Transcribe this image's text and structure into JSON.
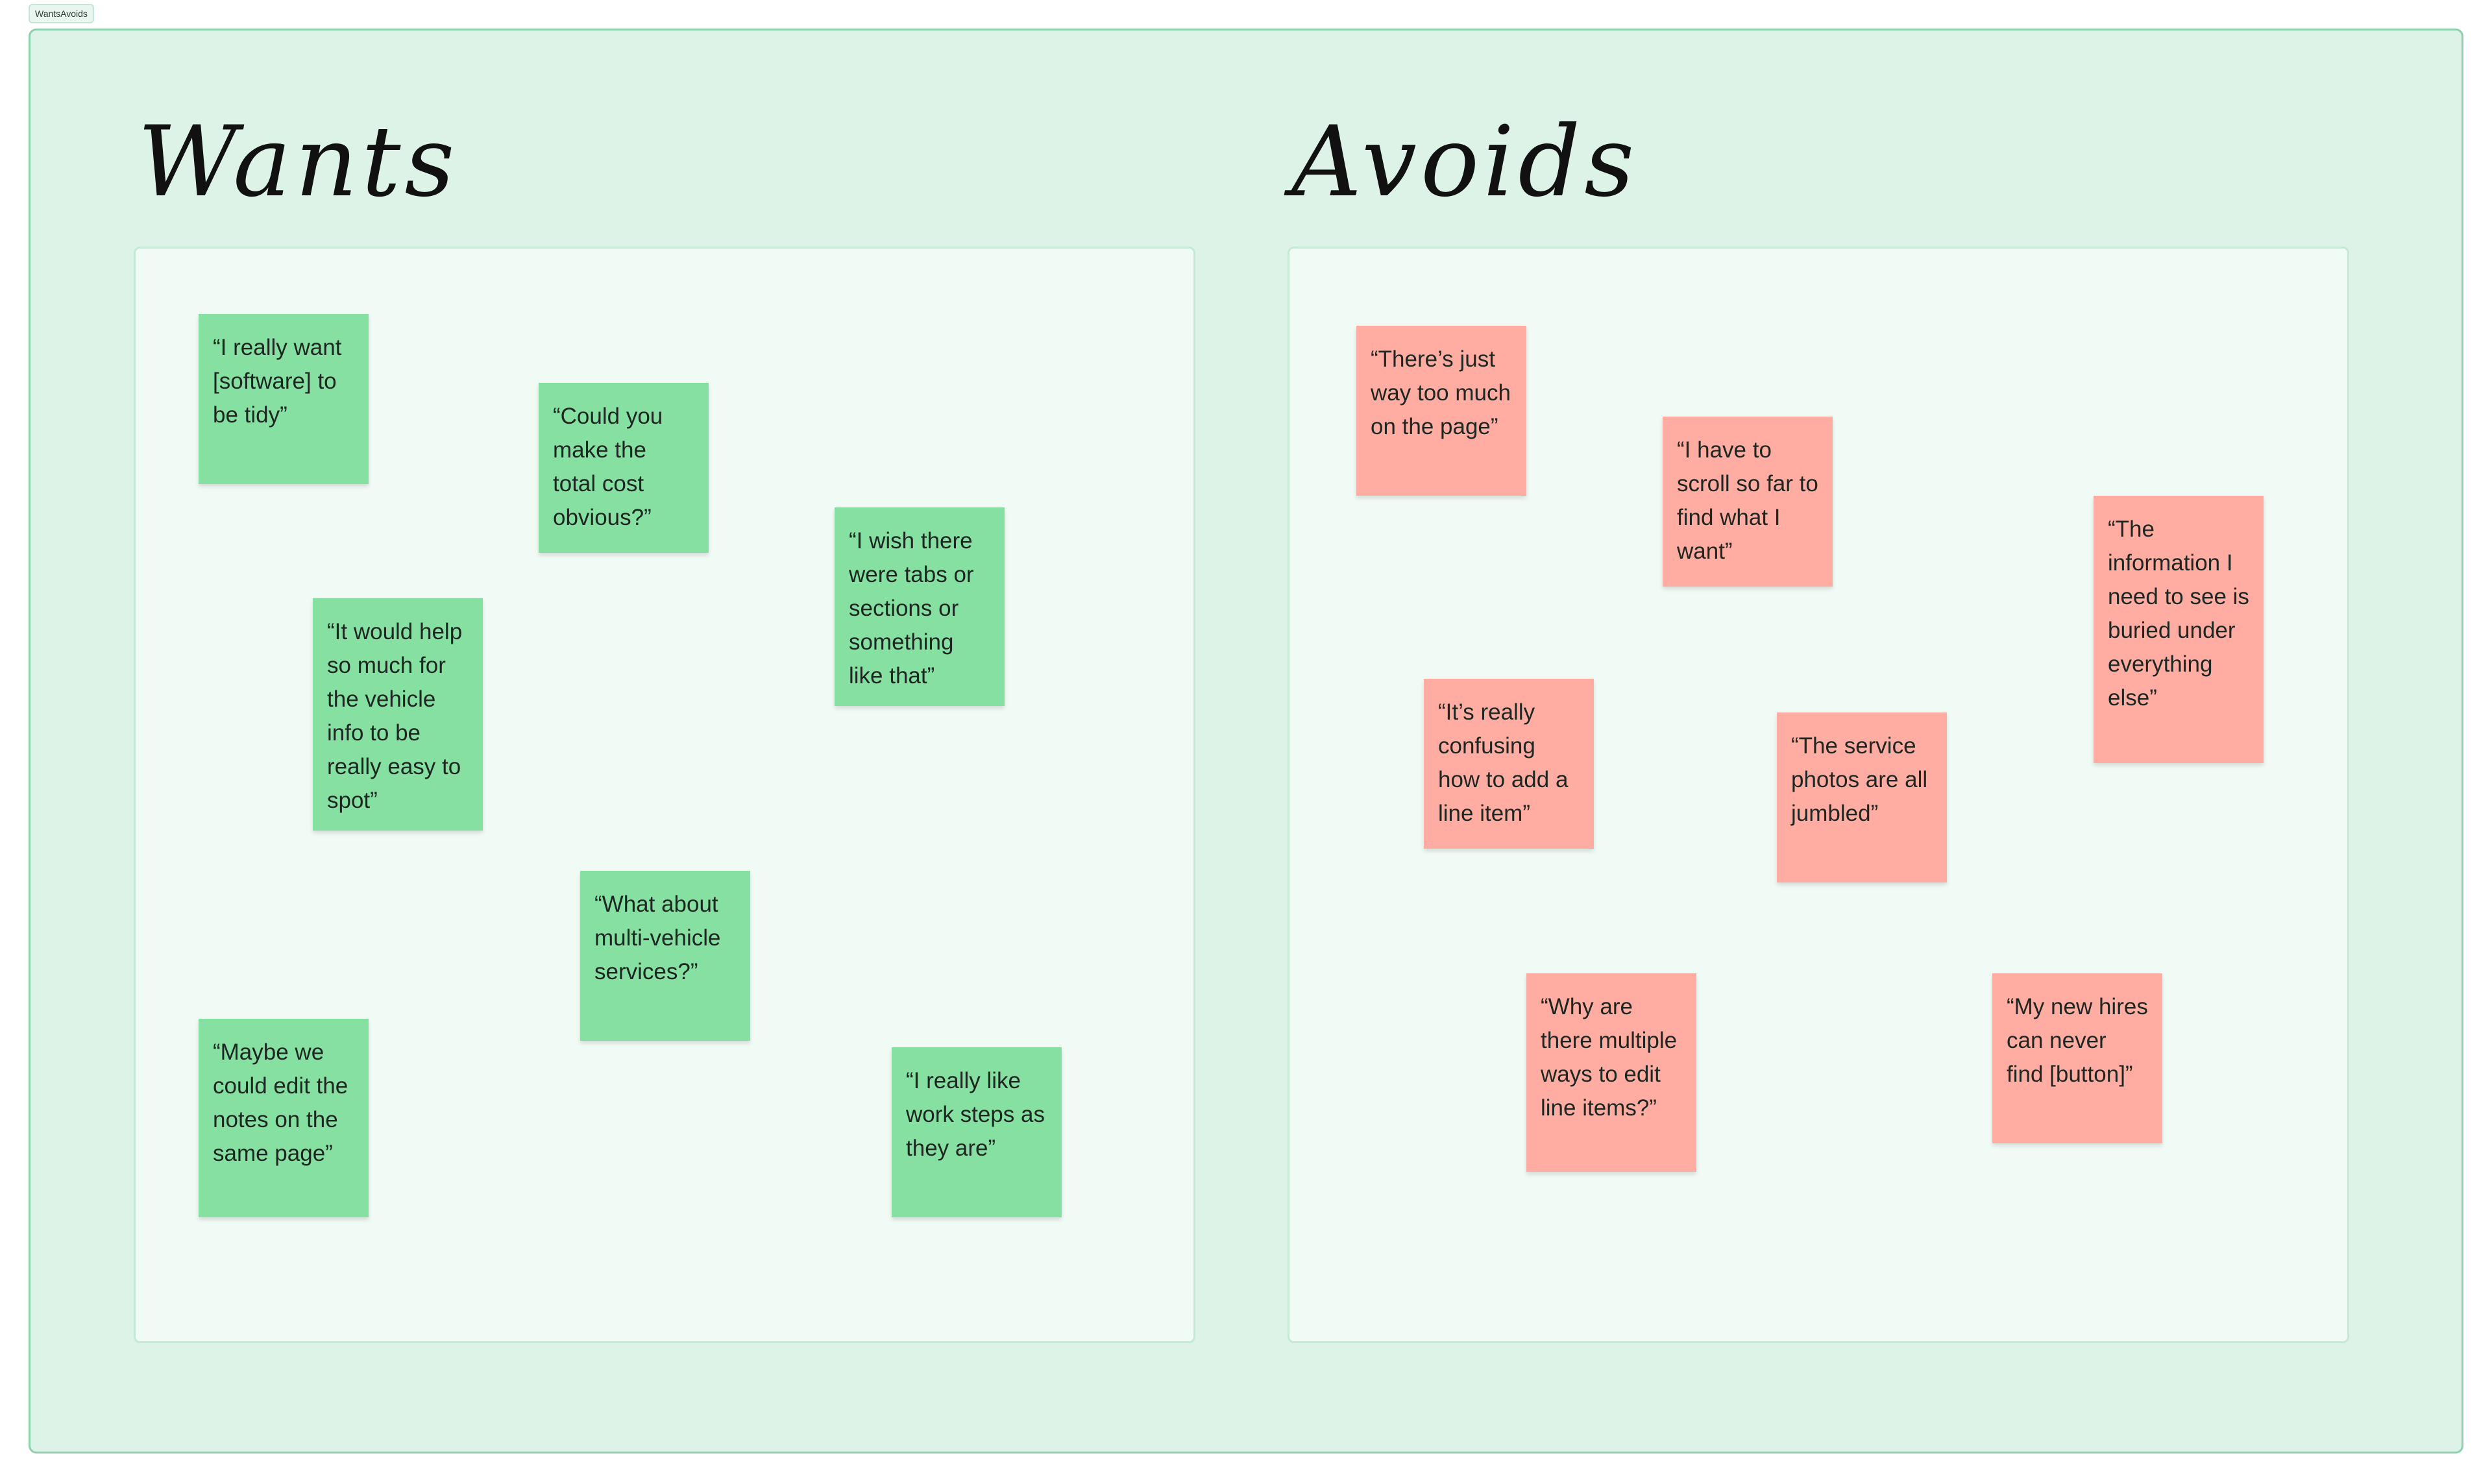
{
  "frame": {
    "label": "WantsAvoids"
  },
  "sections": {
    "wants": {
      "title": "Wants",
      "notes": [
        "“I really want [software] to be tidy”",
        "“Could you make the total cost obvious?”",
        "“I wish there were tabs or sections or something like that”",
        "“It would help so much for the vehicle info to be really easy to spot”",
        "“What about multi-vehicle services?”",
        "“Maybe we could edit the notes on the same page”",
        "“I really like work steps as they are”"
      ]
    },
    "avoids": {
      "title": "Avoids",
      "notes": [
        "“There’s just way too much on the page”",
        "“I have to scroll so far to find what I want”",
        "“The information I need to see is buried under everything else”",
        "“It’s really confusing how to add a line item”",
        "“The service photos are all jumbled”",
        "“Why are there multiple ways to edit line items?”",
        "“My new hires can never find [button]”"
      ]
    }
  },
  "colors": {
    "board": "#ddf3e7",
    "panel": "#f1fbf5",
    "want_note": "#86e0a2",
    "avoid_note": "#ffada3"
  }
}
